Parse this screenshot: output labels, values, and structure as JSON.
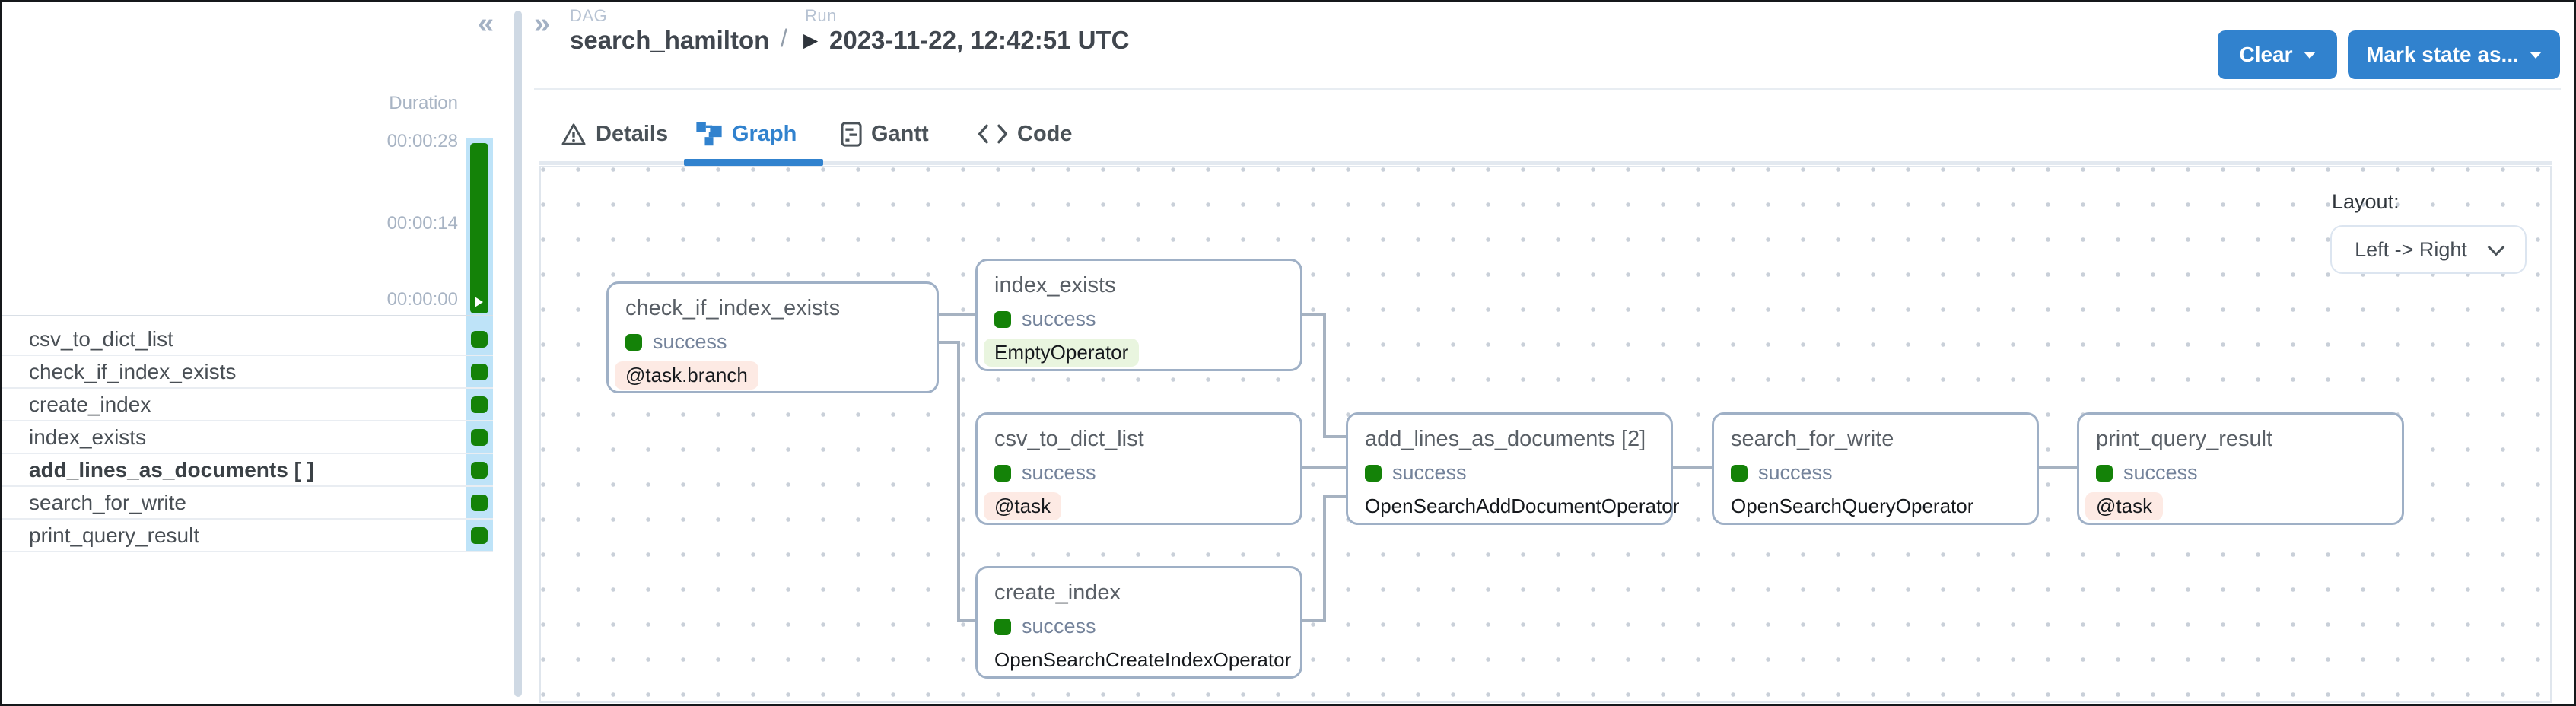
{
  "panel": {
    "collapse_icon": "«",
    "expand_icon": "»"
  },
  "header": {
    "breadcrumb": {
      "dag_label": "DAG",
      "dag_name": "search_hamilton",
      "separator": "/",
      "run_label": "Run",
      "run_icon": "▶",
      "run_value": "2023-11-22, 12:42:51 UTC"
    },
    "buttons": {
      "clear": "Clear",
      "mark_state": "Mark state as..."
    }
  },
  "tabs": [
    {
      "label": "Details",
      "icon": "warning-triangle-icon",
      "active": false
    },
    {
      "label": "Graph",
      "icon": "graph-nodes-icon",
      "active": true
    },
    {
      "label": "Gantt",
      "icon": "gantt-chart-icon",
      "active": false
    },
    {
      "label": "Code",
      "icon": "code-brackets-icon",
      "active": false
    }
  ],
  "grid": {
    "duration_label": "Duration",
    "axis_ticks": [
      "00:00:28",
      "00:00:14",
      "00:00:00"
    ],
    "tasks": [
      {
        "label": "csv_to_dict_list",
        "state": "success",
        "bold": false
      },
      {
        "label": "check_if_index_exists",
        "state": "success",
        "bold": false
      },
      {
        "label": "create_index",
        "state": "success",
        "bold": false
      },
      {
        "label": "index_exists",
        "state": "success",
        "bold": false
      },
      {
        "label": "add_lines_as_documents [ ]",
        "state": "success",
        "bold": true
      },
      {
        "label": "search_for_write",
        "state": "success",
        "bold": false
      },
      {
        "label": "print_query_result",
        "state": "success",
        "bold": false
      }
    ]
  },
  "graph": {
    "layout_label": "Layout:",
    "layout_value": "Left -> Right",
    "nodes": [
      {
        "id": "check_if_index_exists",
        "title": "check_if_index_exists",
        "state": "success",
        "operator": "@task.branch",
        "operator_style": "pink"
      },
      {
        "id": "index_exists",
        "title": "index_exists",
        "state": "success",
        "operator": "EmptyOperator",
        "operator_style": "green"
      },
      {
        "id": "csv_to_dict_list",
        "title": "csv_to_dict_list",
        "state": "success",
        "operator": "@task",
        "operator_style": "pink"
      },
      {
        "id": "create_index",
        "title": "create_index",
        "state": "success",
        "operator": "OpenSearchCreateIndexOperator",
        "operator_style": "plain"
      },
      {
        "id": "add_lines_as_documents",
        "title": "add_lines_as_documents [2]",
        "state": "success",
        "operator": "OpenSearchAddDocumentOperator",
        "operator_style": "plain"
      },
      {
        "id": "search_for_write",
        "title": "search_for_write",
        "state": "success",
        "operator": "OpenSearchQueryOperator",
        "operator_style": "plain"
      },
      {
        "id": "print_query_result",
        "title": "print_query_result",
        "state": "success",
        "operator": "@task",
        "operator_style": "pink"
      }
    ],
    "edges": [
      {
        "source": "check_if_index_exists",
        "target": "index_exists"
      },
      {
        "source": "check_if_index_exists",
        "target": "create_index"
      },
      {
        "source": "index_exists",
        "target": "add_lines_as_documents"
      },
      {
        "source": "csv_to_dict_list",
        "target": "add_lines_as_documents"
      },
      {
        "source": "create_index",
        "target": "add_lines_as_documents"
      },
      {
        "source": "add_lines_as_documents",
        "target": "search_for_write"
      },
      {
        "source": "search_for_write",
        "target": "print_query_result"
      }
    ]
  },
  "colors": {
    "accent_blue": "#3182ce",
    "success_green": "#148208",
    "pill_pink": "#fdeae4",
    "pill_green": "#e9f5df",
    "selected_column_blue": "#bee3f8",
    "edge_gray": "#a6b2c1"
  }
}
